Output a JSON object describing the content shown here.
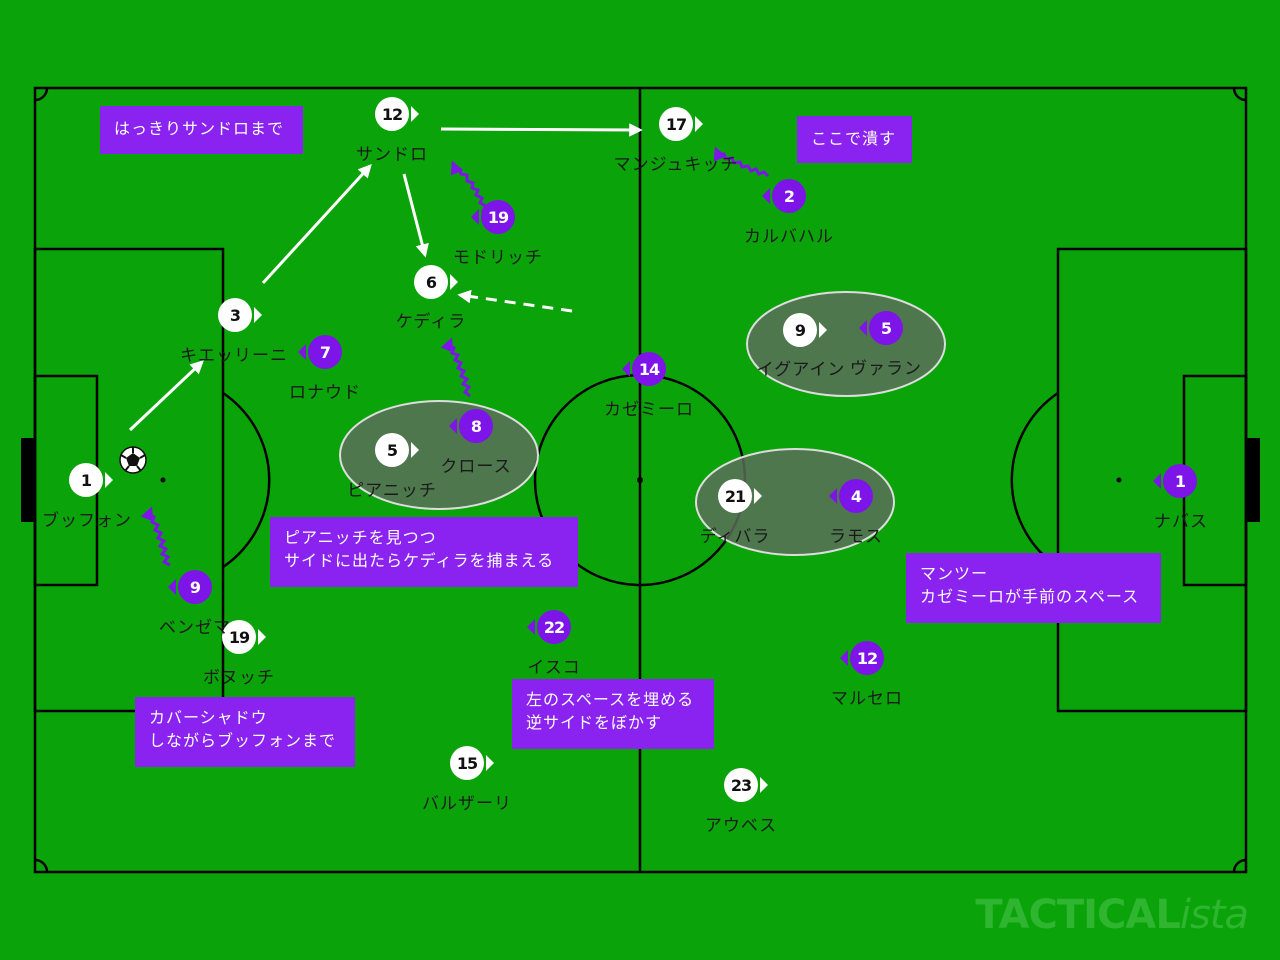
{
  "players": [
    {
      "id": "buffon",
      "team": "white",
      "number": "1",
      "name": "ブッフォン"
    },
    {
      "id": "chiellini",
      "team": "white",
      "number": "3",
      "name": "キエッリーニ"
    },
    {
      "id": "sandro",
      "team": "white",
      "number": "12",
      "name": "サンドロ"
    },
    {
      "id": "khedira",
      "team": "white",
      "number": "6",
      "name": "ケディラ"
    },
    {
      "id": "pjanic",
      "team": "white",
      "number": "5",
      "name": "ピアニッチ"
    },
    {
      "id": "mandzukic",
      "team": "white",
      "number": "17",
      "name": "マンジュキッチ"
    },
    {
      "id": "higuain",
      "team": "white",
      "number": "9",
      "name": "イグアイン"
    },
    {
      "id": "dybala",
      "team": "white",
      "number": "21",
      "name": "ディバラ"
    },
    {
      "id": "benatia",
      "team": "white",
      "number": "19",
      "name": "ボヌッチ"
    },
    {
      "id": "barzagli",
      "team": "white",
      "number": "15",
      "name": "バルザーリ"
    },
    {
      "id": "alves",
      "team": "white",
      "number": "23",
      "name": "アウベス"
    },
    {
      "id": "modric",
      "team": "purple",
      "number": "19",
      "name": "モドリッチ"
    },
    {
      "id": "carvajal",
      "team": "purple",
      "number": "2",
      "name": "カルバハル"
    },
    {
      "id": "ronaldo",
      "team": "purple",
      "number": "7",
      "name": "ロナウド"
    },
    {
      "id": "kroos",
      "team": "purple",
      "number": "8",
      "name": "クロース"
    },
    {
      "id": "casemiro",
      "team": "purple",
      "number": "14",
      "name": "カゼミーロ"
    },
    {
      "id": "varane",
      "team": "purple",
      "number": "5",
      "name": "ヴァラン"
    },
    {
      "id": "ramos",
      "team": "purple",
      "number": "4",
      "name": "ラモス"
    },
    {
      "id": "navas",
      "team": "purple",
      "number": "1",
      "name": "ナバス"
    },
    {
      "id": "benzema",
      "team": "purple",
      "number": "9",
      "name": "ベンゼマ"
    },
    {
      "id": "isco",
      "team": "purple",
      "number": "22",
      "name": "イスコ"
    },
    {
      "id": "marcelo",
      "team": "purple",
      "number": "12",
      "name": "マルセロ"
    }
  ],
  "notes": [
    {
      "id": "note-sandro",
      "lines": [
        "はっきりサンドロまで"
      ]
    },
    {
      "id": "note-crush",
      "lines": [
        "ここで潰す"
      ]
    },
    {
      "id": "note-pjanic",
      "lines": [
        "ピアニッチを見つつ",
        "サイドに出たらケディラを捕まえる"
      ]
    },
    {
      "id": "note-casemiro",
      "lines": [
        "マンツー",
        "カゼミーロが手前のスペース"
      ]
    },
    {
      "id": "note-cover",
      "lines": [
        "カバーシャドウ",
        "しながらブッフォンまで"
      ]
    },
    {
      "id": "note-left",
      "lines": [
        "左のスペースを埋める",
        "逆サイドをぼかす"
      ]
    }
  ],
  "colors": {
    "pitch": "#0aa30a",
    "white_team": "#ffffff",
    "purple_team": "#7d14e8",
    "note_bg": "#8a22f0",
    "lines": "#000000",
    "zone": "#5e6e5e"
  },
  "icons": {
    "ball": "soccer-ball-icon"
  },
  "watermark": {
    "main": "TACTICAL",
    "suffix": "ista"
  }
}
